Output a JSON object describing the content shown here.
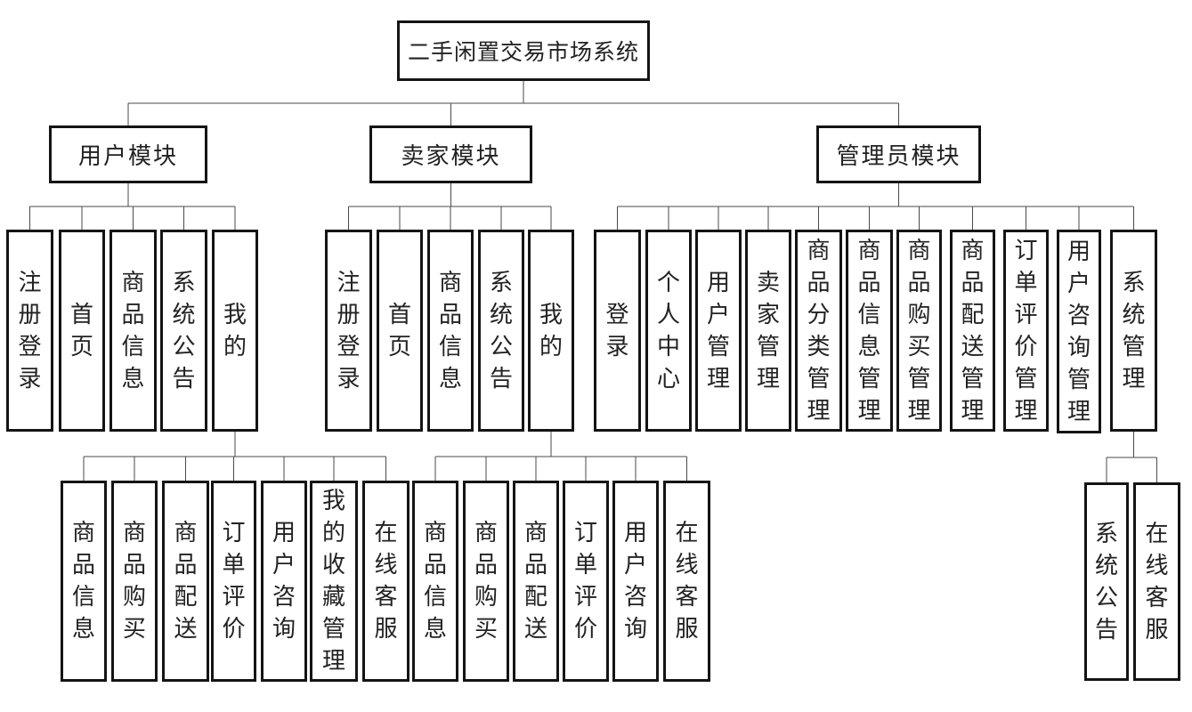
{
  "diagram_title": "二手闲置交易市场系统",
  "colors": {
    "box_border": "#141414",
    "box_fill": "#ffffff",
    "text": "#222222",
    "line": "#4a4a4a",
    "background": "#ffffff"
  },
  "tree": {
    "id": "root",
    "label": "二手闲置交易市场系统",
    "children": [
      {
        "id": "user-module",
        "label": "用户模块",
        "children": [
          {
            "id": "user-register-login",
            "label": "注册登录"
          },
          {
            "id": "user-home",
            "label": "首页"
          },
          {
            "id": "user-product-info",
            "label": "商品信息"
          },
          {
            "id": "user-system-notice",
            "label": "系统公告"
          },
          {
            "id": "user-mine",
            "label": "我的",
            "children": [
              {
                "id": "user-mine-product-info",
                "label": "商品信息"
              },
              {
                "id": "user-mine-product-buy",
                "label": "商品购买"
              },
              {
                "id": "user-mine-product-delivery",
                "label": "商品配送"
              },
              {
                "id": "user-mine-order-review",
                "label": "订单评价"
              },
              {
                "id": "user-mine-user-consult",
                "label": "用户咨询"
              },
              {
                "id": "user-mine-favorites-mgmt",
                "label": "我的收藏管理"
              },
              {
                "id": "user-mine-online-service",
                "label": "在线客服"
              }
            ]
          }
        ]
      },
      {
        "id": "seller-module",
        "label": "卖家模块",
        "children": [
          {
            "id": "seller-register-login",
            "label": "注册登录"
          },
          {
            "id": "seller-home",
            "label": "首页"
          },
          {
            "id": "seller-product-info",
            "label": "商品信息"
          },
          {
            "id": "seller-system-notice",
            "label": "系统公告"
          },
          {
            "id": "seller-mine",
            "label": "我的",
            "children": [
              {
                "id": "seller-mine-product-info",
                "label": "商品信息"
              },
              {
                "id": "seller-mine-product-buy",
                "label": "商品购买"
              },
              {
                "id": "seller-mine-product-delivery",
                "label": "商品配送"
              },
              {
                "id": "seller-mine-order-review",
                "label": "订单评价"
              },
              {
                "id": "seller-mine-user-consult",
                "label": "用户咨询"
              },
              {
                "id": "seller-mine-online-service",
                "label": "在线客服"
              }
            ]
          }
        ]
      },
      {
        "id": "admin-module",
        "label": "管理员模块",
        "children": [
          {
            "id": "admin-login",
            "label": "登录"
          },
          {
            "id": "admin-personal-center",
            "label": "个人中心"
          },
          {
            "id": "admin-user-mgmt",
            "label": "用户管理"
          },
          {
            "id": "admin-seller-mgmt",
            "label": "卖家管理"
          },
          {
            "id": "admin-product-category-mgmt",
            "label": "商品分类管理"
          },
          {
            "id": "admin-product-info-mgmt",
            "label": "商品信息管理"
          },
          {
            "id": "admin-product-buy-mgmt",
            "label": "商品购买管理"
          },
          {
            "id": "admin-product-delivery-mgmt",
            "label": "商品配送管理"
          },
          {
            "id": "admin-order-review-mgmt",
            "label": "订单评价管理"
          },
          {
            "id": "admin-user-consult-mgmt",
            "label": "用户咨询管理"
          },
          {
            "id": "admin-system-mgmt",
            "label": "系统管理",
            "children": [
              {
                "id": "admin-sys-system-notice",
                "label": "系统公告"
              },
              {
                "id": "admin-sys-online-service",
                "label": "在线客服"
              }
            ]
          }
        ]
      }
    ]
  }
}
